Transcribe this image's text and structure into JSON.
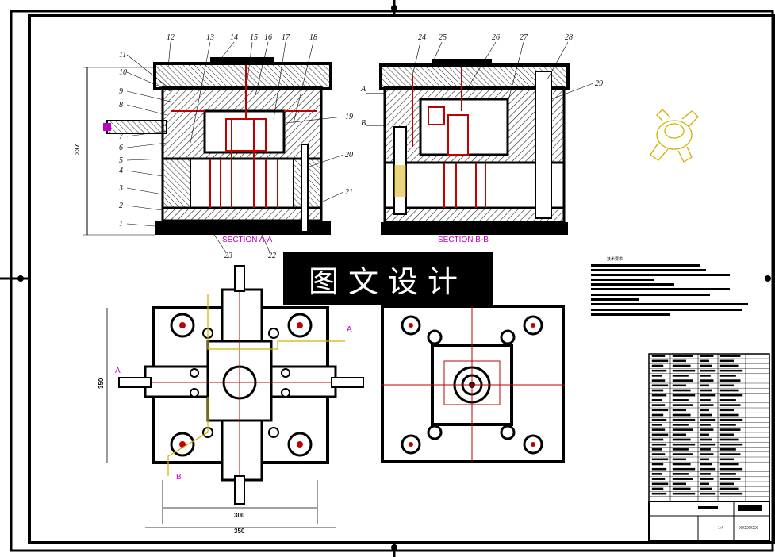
{
  "part_labels": [
    "1",
    "2",
    "3",
    "4",
    "5",
    "6",
    "7",
    "8",
    "9",
    "10",
    "11",
    "12",
    "13",
    "14",
    "15",
    "16",
    "17",
    "18",
    "19",
    "20",
    "21",
    "22",
    "23",
    "24",
    "25",
    "26",
    "27",
    "28",
    "29"
  ],
  "section_labels": {
    "aa": "SECTION A-A",
    "bb": "SECTION B-B"
  },
  "section_marks": {
    "a": "A",
    "b": "B"
  },
  "dimensions": {
    "height": "337",
    "plan_height": "350",
    "inner_width": "300",
    "outer_width": "350"
  },
  "banner": "图文设计",
  "tech_requirements_title": "技术要求:",
  "title_block_name": "XXXXXXX",
  "title_block_scale": "1:4",
  "colors": {
    "frame": "#000000",
    "section_red": "#c00000",
    "section_magenta": "#c000c0",
    "part_yellow": "#d4b000"
  }
}
